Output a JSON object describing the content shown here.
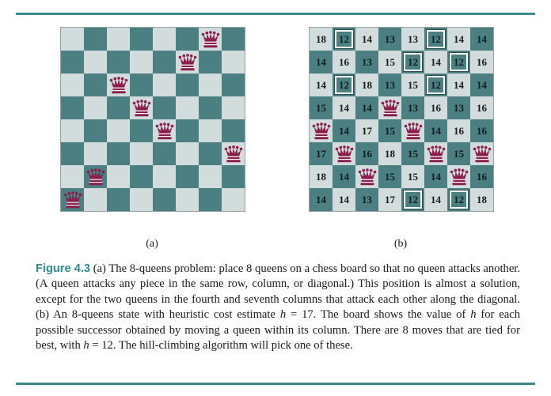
{
  "colors": {
    "rule": "#3a8a8c",
    "light_square": "#d3dcdc",
    "dark_square": "#4c7f82",
    "queen": "#8a1d4a",
    "figure_label": "#2f8a8c"
  },
  "icon": "queen-icon",
  "board_a": {
    "label": "(a)",
    "queen_rows_by_column": [
      7,
      6,
      2,
      3,
      4,
      1,
      0,
      5
    ]
  },
  "board_b": {
    "label": "(b)",
    "queen_rows_by_column": [
      4,
      5,
      6,
      3,
      4,
      5,
      6,
      5
    ],
    "values": [
      [
        18,
        12,
        14,
        13,
        13,
        12,
        14,
        14
      ],
      [
        14,
        16,
        13,
        15,
        12,
        14,
        12,
        16
      ],
      [
        14,
        12,
        18,
        13,
        15,
        12,
        14,
        14
      ],
      [
        15,
        14,
        14,
        null,
        13,
        16,
        13,
        16
      ],
      [
        null,
        14,
        17,
        15,
        null,
        14,
        16,
        16
      ],
      [
        17,
        null,
        16,
        18,
        15,
        null,
        15,
        null
      ],
      [
        18,
        14,
        null,
        15,
        15,
        14,
        null,
        16
      ],
      [
        14,
        14,
        13,
        17,
        12,
        14,
        12,
        18
      ]
    ],
    "best_value": 12
  },
  "caption": {
    "figure_label": "Figure 4.3",
    "part1": " (a) The 8-queens problem: place 8 queens on a chess board so that no queen attacks another. (A queen attacks any piece in the same row, column, or diagonal.) This position is almost a solution, except for the two queens in the fourth and seventh columns that attack each other along the diagonal. (b) An 8-queens state with heuristic cost estimate ",
    "h_symbol_1": "h",
    "part2": " = 17. The board shows the value of ",
    "h_symbol_2": "h",
    "part3": " for each possible successor obtained by moving a queen within its column. There are 8 moves that are tied for best, with ",
    "h_symbol_3": "h",
    "part4": " = 12. The hill-climbing algorithm will pick one of these."
  }
}
